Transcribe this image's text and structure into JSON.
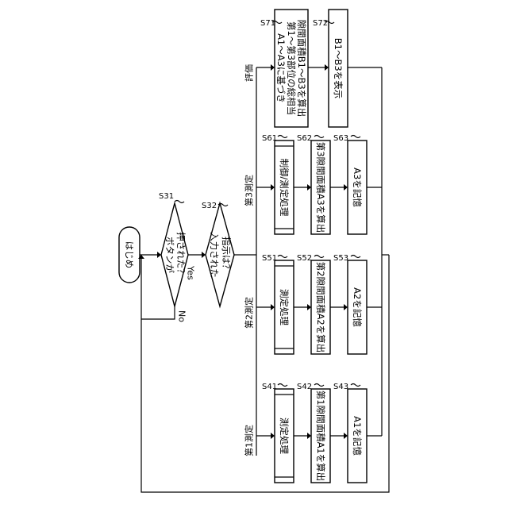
{
  "start": "はじめ",
  "decision1": {
    "step": "S31",
    "line1": "ボタンが",
    "line2": "押された？",
    "yes": "Yes",
    "no": "No"
  },
  "decision2": {
    "step": "S32",
    "line1": "入力された",
    "line2": "指示は？"
  },
  "branch_labels": {
    "m1": "第1測定",
    "m2": "第2測定",
    "m3": "第3測定",
    "ev": "評価"
  },
  "steps": {
    "s41": {
      "step": "S41",
      "text": "測定処理"
    },
    "s42": {
      "step": "S42",
      "text": "第1隙間面積A1を算出"
    },
    "s43": {
      "step": "S43",
      "text": "A1を記憶"
    },
    "s51": {
      "step": "S51",
      "text": "測定処理"
    },
    "s52": {
      "step": "S52",
      "text": "第2隙間面積A2を算出"
    },
    "s53": {
      "step": "S53",
      "text": "A2を記憶"
    },
    "s61": {
      "step": "S61",
      "text": "制御/測定処理"
    },
    "s62": {
      "step": "S62",
      "text": "第3隙間面積A3を算出"
    },
    "s63": {
      "step": "S63",
      "text": "A3を記憶"
    },
    "s71": {
      "step": "S71",
      "line1": "A1～A3に基づき",
      "line2": "第1～第3部位の総相当",
      "line3": "隙間面積B1～B3を算出"
    },
    "s72": {
      "step": "S72",
      "text": "B1～B3を表示"
    }
  }
}
